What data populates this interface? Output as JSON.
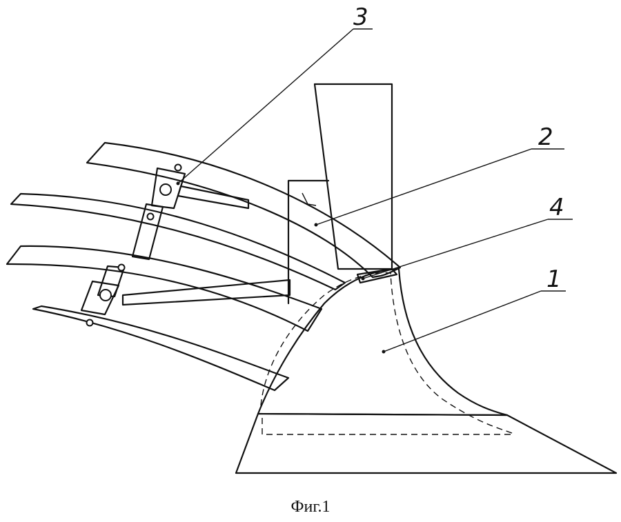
{
  "figure": {
    "caption": "Фиг.1",
    "callouts": [
      {
        "id": "1",
        "label": "1"
      },
      {
        "id": "2",
        "label": "2"
      },
      {
        "id": "3",
        "label": "3"
      },
      {
        "id": "4",
        "label": "4"
      }
    ]
  }
}
